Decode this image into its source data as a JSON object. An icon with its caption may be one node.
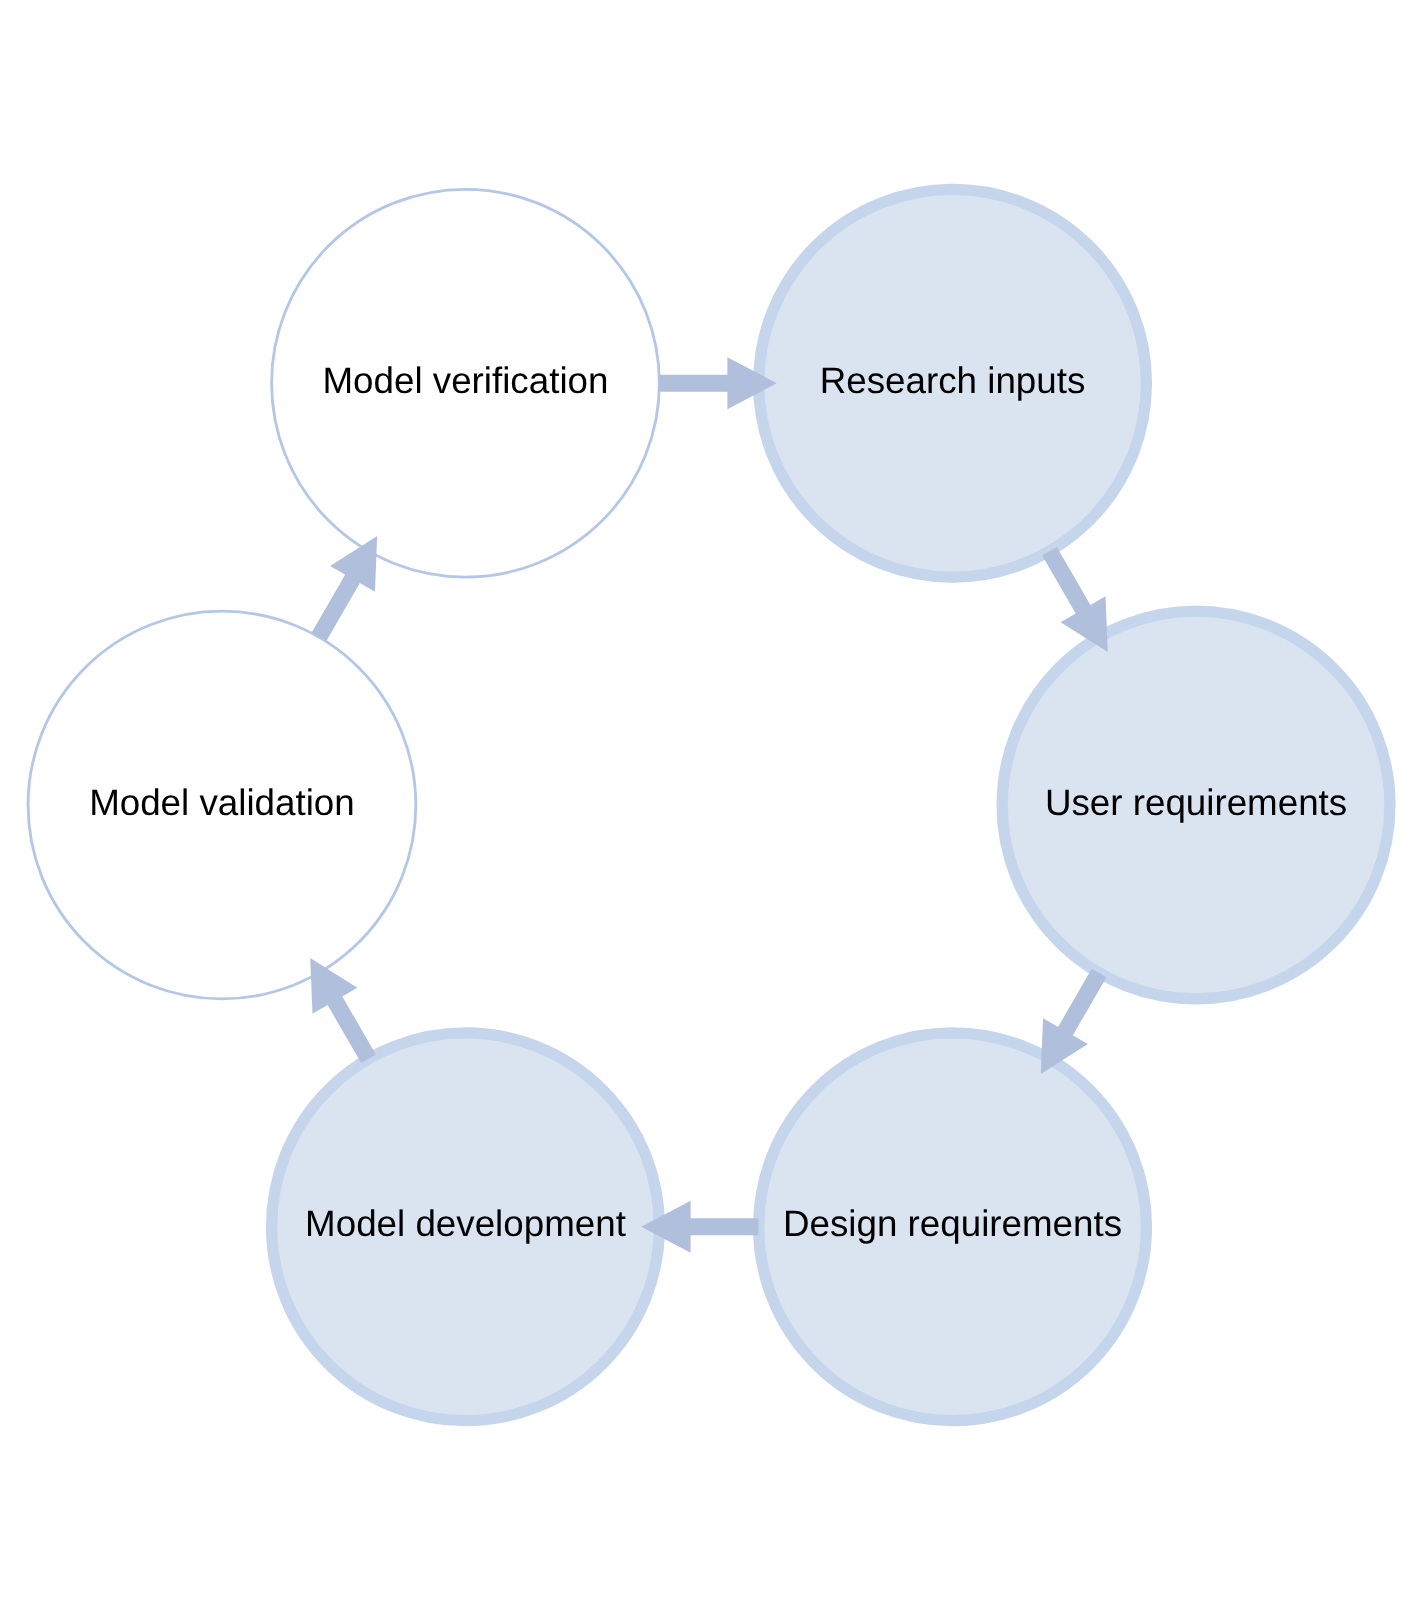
{
  "diagram": {
    "nodes": [
      {
        "text": [
          "Design requirements"
        ]
      },
      {
        "text": [
          "User requirements"
        ]
      },
      {
        "text": [
          "Model development"
        ]
      },
      {
        "text": [
          "Research inputs"
        ]
      },
      {
        "text": [
          "Model validation"
        ]
      },
      {
        "text": [
          "Model verification"
        ]
      }
    ],
    "edges": [
      {
        "from": 3,
        "to": 1,
        "arrow": "to"
      },
      {
        "from": 1,
        "to": 0,
        "arrow": "to"
      },
      {
        "from": 0,
        "to": 2,
        "arrow": "to"
      },
      {
        "from": 2,
        "to": 4,
        "arrow": "to"
      },
      {
        "from": 4,
        "to": 5,
        "arrow": "to"
      },
      {
        "from": 5,
        "to": 3,
        "arrow": "to"
      }
    ]
  }
}
